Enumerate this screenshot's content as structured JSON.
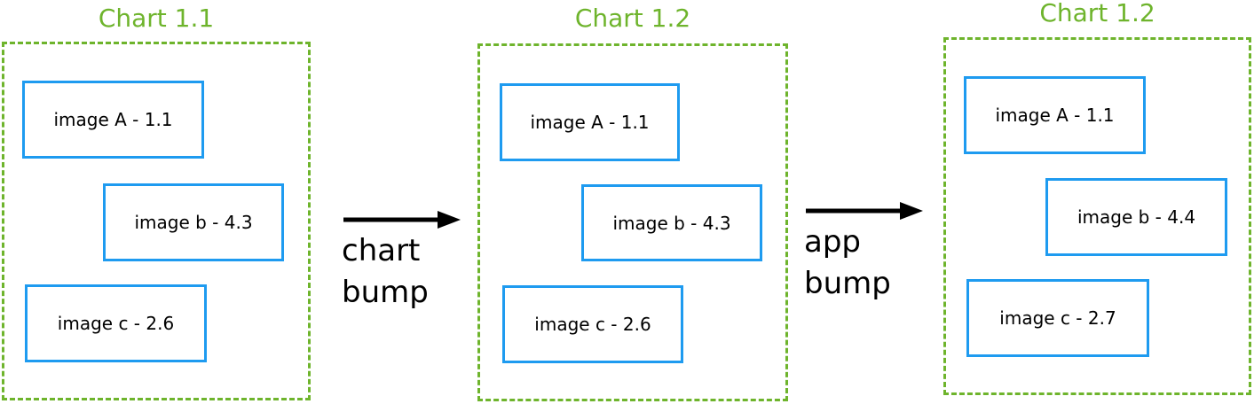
{
  "colors": {
    "panel_green": "#6eb42c",
    "box_blue": "#1e9bf0",
    "arrow_black": "#000000"
  },
  "charts": [
    {
      "title": "Chart 1.1",
      "items": [
        {
          "label": "image A - 1.1"
        },
        {
          "label": "image b - 4.3"
        },
        {
          "label": "image c - 2.6"
        }
      ]
    },
    {
      "title": "Chart 1.2",
      "items": [
        {
          "label": "image A - 1.1"
        },
        {
          "label": "image b - 4.3"
        },
        {
          "label": "image c - 2.6"
        }
      ]
    },
    {
      "title": "Chart 1.2",
      "items": [
        {
          "label": "image A - 1.1"
        },
        {
          "label": "image b - 4.4"
        },
        {
          "label": "image c - 2.7"
        }
      ]
    }
  ],
  "arrows": [
    {
      "line1": "chart",
      "line2": "bump"
    },
    {
      "line1": "app",
      "line2": "bump"
    }
  ]
}
